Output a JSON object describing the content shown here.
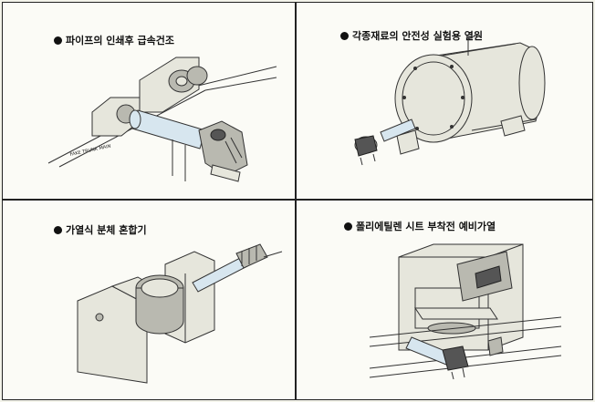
{
  "panels": [
    {
      "caption": "파이프의 인쇄후 급속건조",
      "label": "FAKE TRUNK MAIN"
    },
    {
      "caption": "각종재료의 안전성 실험용 열원"
    },
    {
      "caption": "가열식 분체 혼합기"
    },
    {
      "caption": "폴리에틸렌 시트 부착전 예비가열"
    }
  ],
  "colors": {
    "background": "#f3f3ea",
    "panel": "#fbfbf6",
    "heater_tube": "#d7e6ef",
    "border": "#222222"
  }
}
